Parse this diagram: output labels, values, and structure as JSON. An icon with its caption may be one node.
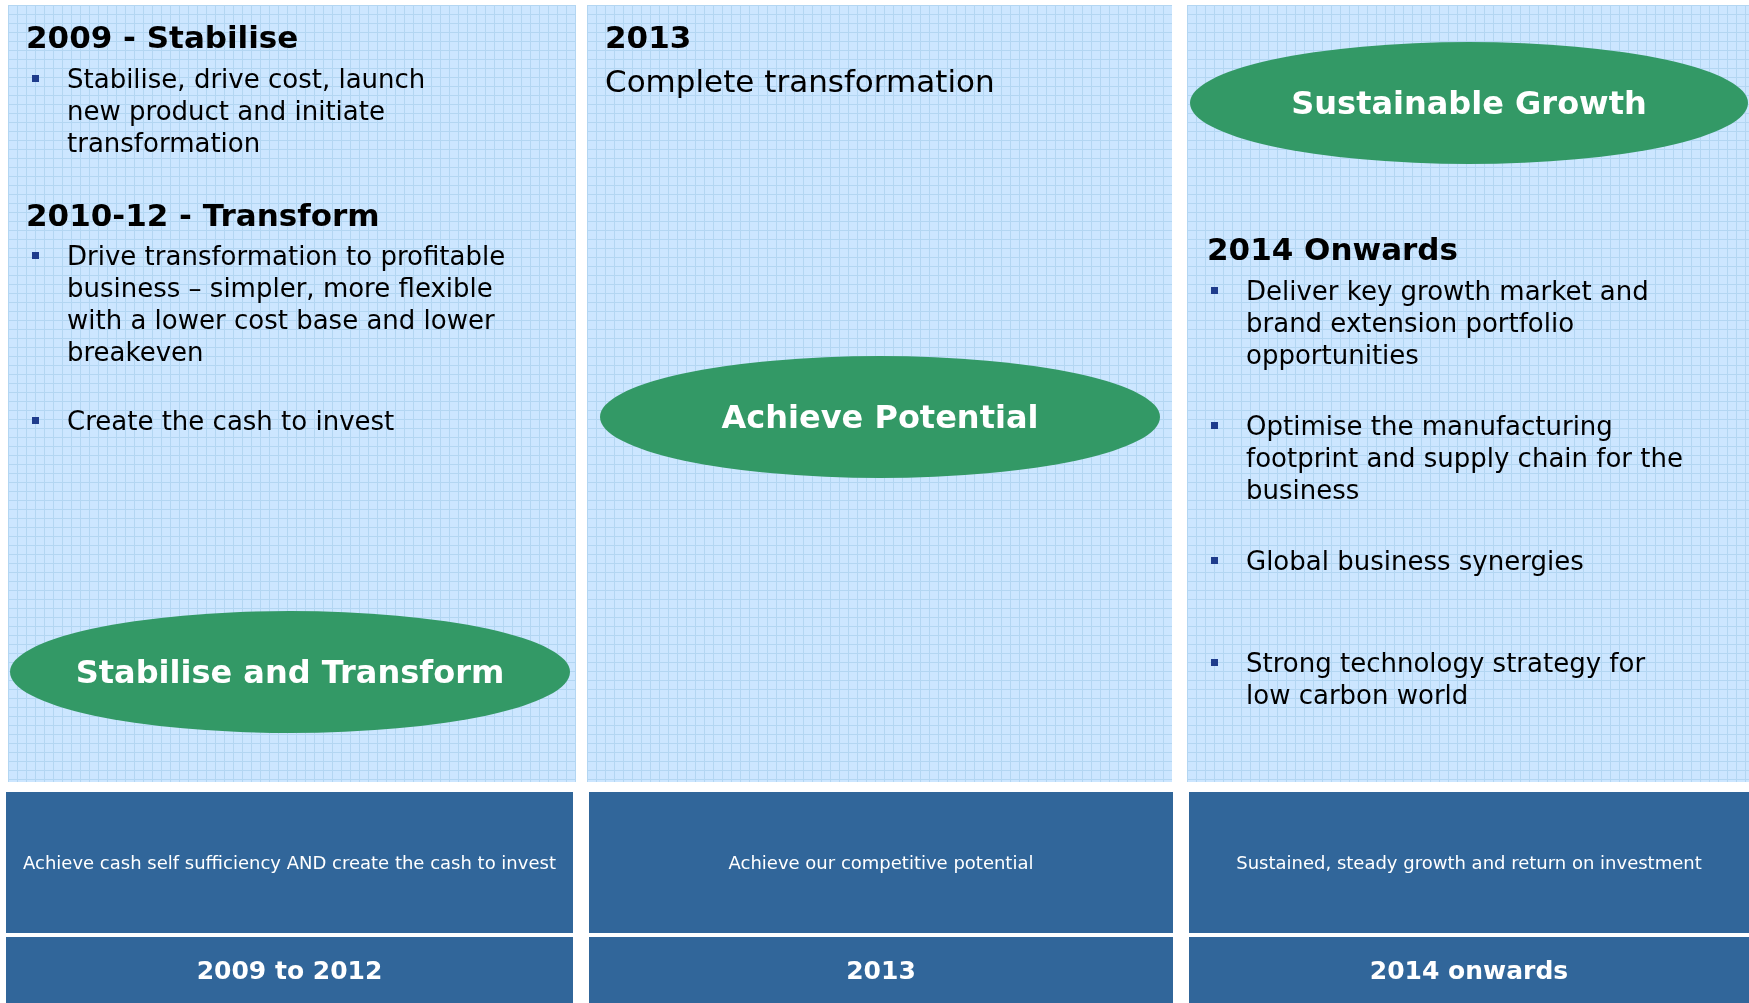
{
  "diagram": {
    "nodes": [
      {
        "text": [
          "2009 - Stabilise",
          "Stabilise, drive cost, launch new product and initiate transformation",
          "2010-12 - Transform",
          "Drive transformation to profitable business – simpler, more flexible with a lower cost base and lower breakeven",
          "Create the cash to invest"
        ]
      },
      {
        "text": [
          "Stabilise and Transform"
        ],
        "in": 0
      },
      {
        "text": [
          "2013",
          "Complete transformation"
        ]
      },
      {
        "text": [
          "Achieve Potential"
        ],
        "in": 2
      },
      {
        "text": [
          "2014 Onwards",
          "Deliver key growth market and brand extension portfolio opportunities",
          "Optimise the manufacturing footprint and supply chain for the business",
          "Global business synergies",
          "Strong technology strategy for low carbon world"
        ]
      },
      {
        "text": [
          "Sustainable Growth"
        ],
        "in": 4
      },
      {
        "text": [
          "Achieve cash self sufficiency AND create the cash to invest"
        ]
      },
      {
        "text": [
          "Achieve our competitive potential"
        ]
      },
      {
        "text": [
          "Sustained, steady growth and return on investment"
        ]
      },
      {
        "text": [
          "2009 to 2012"
        ]
      },
      {
        "text": [
          "2013"
        ]
      },
      {
        "text": [
          "2014 onwards"
        ]
      }
    ]
  }
}
